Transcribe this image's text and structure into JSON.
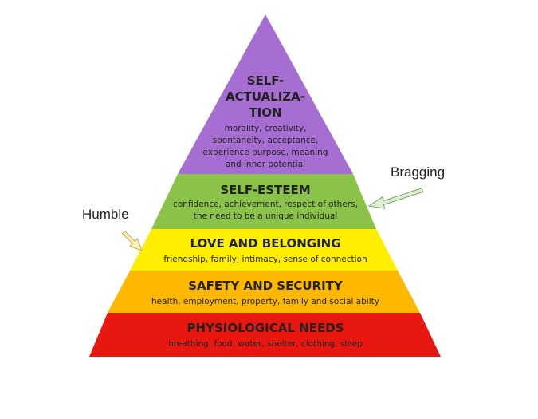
{
  "tiers": [
    {
      "title_lines": [
        "SELF-",
        "ACTUALIZA-",
        "TION"
      ],
      "desc_lines": [
        "morality, creativity,",
        "spontaneity, acceptance,",
        "experience purpose, meaning",
        "and inner potential"
      ],
      "color": "#a66ed2"
    },
    {
      "title_lines": [
        "SELF-ESTEEM"
      ],
      "desc_lines": [
        "confidence, achievement, respect of others,",
        "the need to be a unique individual"
      ],
      "color": "#8bc34a"
    },
    {
      "title_lines": [
        "LOVE AND BELONGING"
      ],
      "desc_lines": [
        "friendship, family, intimacy, sense of connection"
      ],
      "color": "#ffee00"
    },
    {
      "title_lines": [
        "SAFETY AND SECURITY"
      ],
      "desc_lines": [
        "health, employment, property, family and social abilty"
      ],
      "color": "#ffb800"
    },
    {
      "title_lines": [
        "PHYSIOLOGICAL NEEDS"
      ],
      "desc_lines": [
        "breathing, food, water, shelter, clothing, sleep"
      ],
      "color": "#e8170f"
    }
  ],
  "callouts": {
    "humble": {
      "label": "Humble",
      "arrow_color": "#fff2b8",
      "arrow_stroke": "#c9a94a"
    },
    "bragging": {
      "label": "Bragging",
      "arrow_color": "#dcefd2",
      "arrow_stroke": "#7fa36a"
    }
  }
}
